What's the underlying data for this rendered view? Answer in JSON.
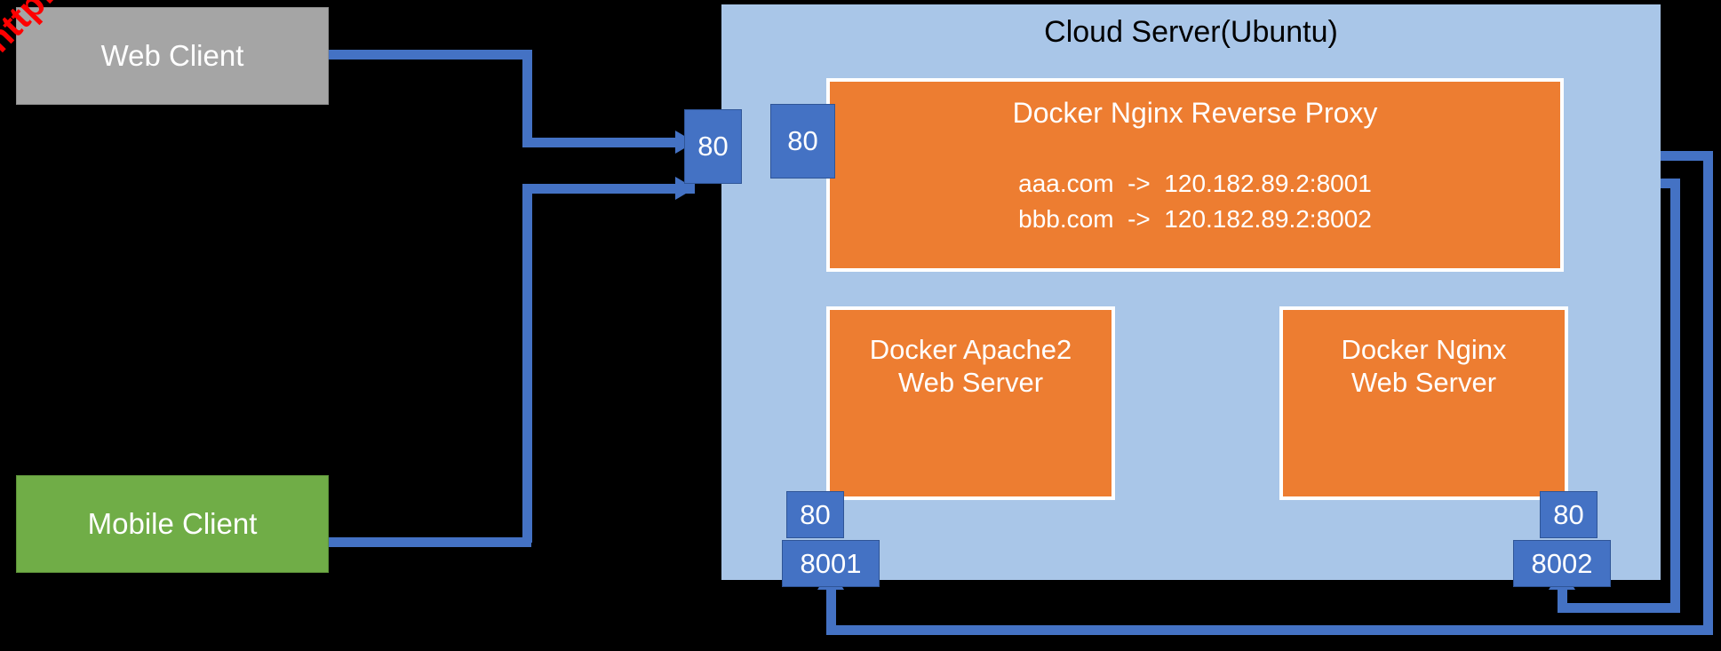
{
  "watermark": {
    "text": "http://hull.kr",
    "color": "#ff0000"
  },
  "clients": {
    "web": {
      "label": "Web Client",
      "color": "#a5a5a5"
    },
    "mobile": {
      "label": "Mobile Client",
      "color": "#70ad47"
    }
  },
  "cloud_server": {
    "title": "Cloud Server(Ubuntu)",
    "color": "#a9c6e8",
    "gateway_port": "80"
  },
  "proxy": {
    "title": "Docker Nginx Reverse Proxy",
    "port": "80",
    "color": "#ed7d31",
    "routes": [
      "aaa.com  ->  120.182.89.2:8001",
      "bbb.com  ->  120.182.89.2:8002"
    ]
  },
  "servers": [
    {
      "title": "Docker Apache2\nWeb Server",
      "line1": "Docker Apache2",
      "line2": "Web Server",
      "port": "80",
      "upstream_port": "8001"
    },
    {
      "title": "Docker Nginx\nWeb Server",
      "line1": "Docker Nginx",
      "line2": "Web Server",
      "port": "80",
      "upstream_port": "8002"
    }
  ],
  "ports": {
    "gateway": "80",
    "proxy": "80",
    "apache": "80",
    "nginx": "80",
    "upstream_apache": "8001",
    "upstream_nginx": "8002"
  },
  "colors": {
    "port_badge": "#4472c4",
    "connector": "#4472c4",
    "container": "#ed7d31",
    "panel": "#a9c6e8"
  }
}
